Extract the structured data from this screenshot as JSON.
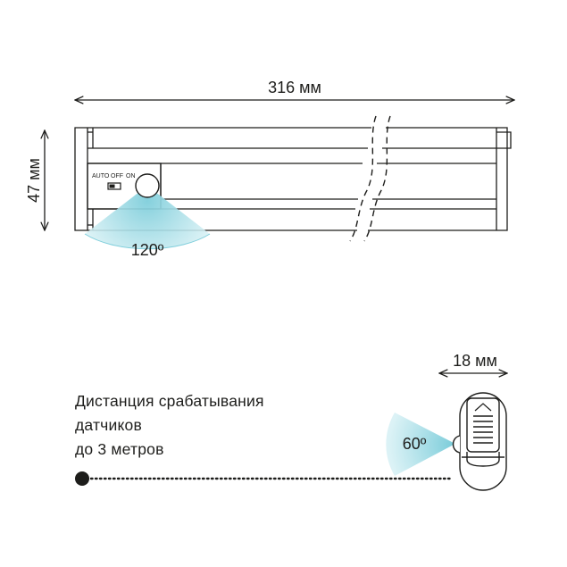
{
  "dimensions": {
    "length": "316 мм",
    "height": "47 мм",
    "width": "18 мм"
  },
  "angles": {
    "front": "120º",
    "side": "60º"
  },
  "switch": {
    "auto": "AUTO",
    "off": "OFF",
    "on": "ON"
  },
  "caption": {
    "line1": "Дистанция срабатывания",
    "line2": "датчиков",
    "line3": "до 3 метров"
  },
  "colors": {
    "outline": "#1d1d1b",
    "sensor_zone": "#8fd3de"
  }
}
